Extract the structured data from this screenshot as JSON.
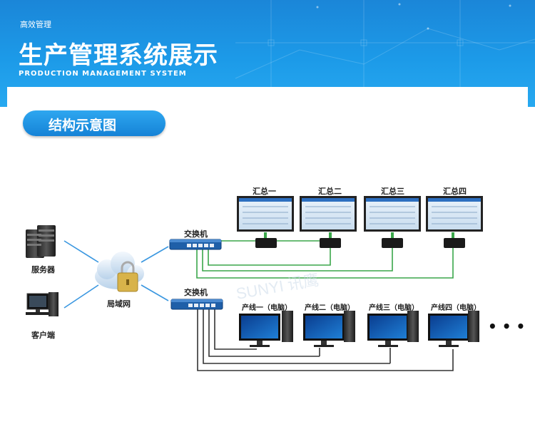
{
  "header": {
    "small_label": "高效管理",
    "title": "生产管理系统展示",
    "subtitle": "PRODUCTION MANAGEMENT SYSTEM"
  },
  "section": {
    "title": "结构示意图"
  },
  "nodes": {
    "server": "服务器",
    "client": "客户端",
    "lan": "局域网",
    "switch_top": "交换机",
    "switch_bottom": "交换机"
  },
  "summary_screens": [
    "汇总一",
    "汇总二",
    "汇总三",
    "汇总四"
  ],
  "line_pcs": [
    "产线一（电脑）",
    "产线二（电脑）",
    "产线三（电脑）",
    "产线四（电脑）"
  ],
  "more": "• • •",
  "watermark": "SUNYI 讯鹰",
  "colors": {
    "header_blue": "#1c9ae8",
    "green_line": "#3aa64a",
    "dark_line": "#333333",
    "link_blue": "#3a97e0"
  }
}
